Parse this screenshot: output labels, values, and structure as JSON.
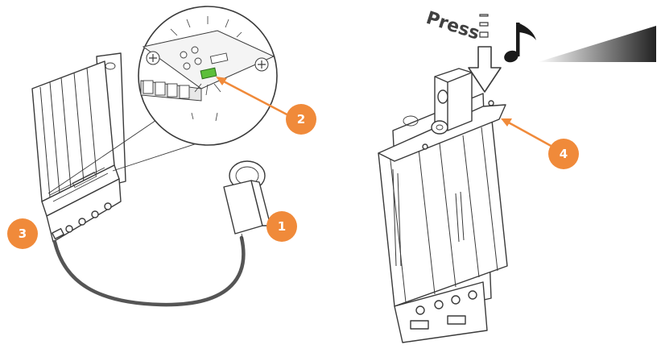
{
  "steps": [
    {
      "label": "1",
      "color": "#f08a3a"
    },
    {
      "label": "2",
      "color": "#f08a3a"
    },
    {
      "label": "3",
      "color": "#f08a3a"
    },
    {
      "label": "4",
      "color": "#f08a3a"
    }
  ],
  "press": {
    "label": "Press"
  },
  "icons": {
    "power_adapter": "power-adapter-icon",
    "music_note": "music-note-icon",
    "volume_ramp": "volume-ramp-icon",
    "press_arrow": "down-arrow-icon"
  },
  "colors": {
    "accent": "#f08a3a",
    "led_green": "#5cbf3a",
    "line": "#3a3a3a",
    "cable": "#555555"
  }
}
